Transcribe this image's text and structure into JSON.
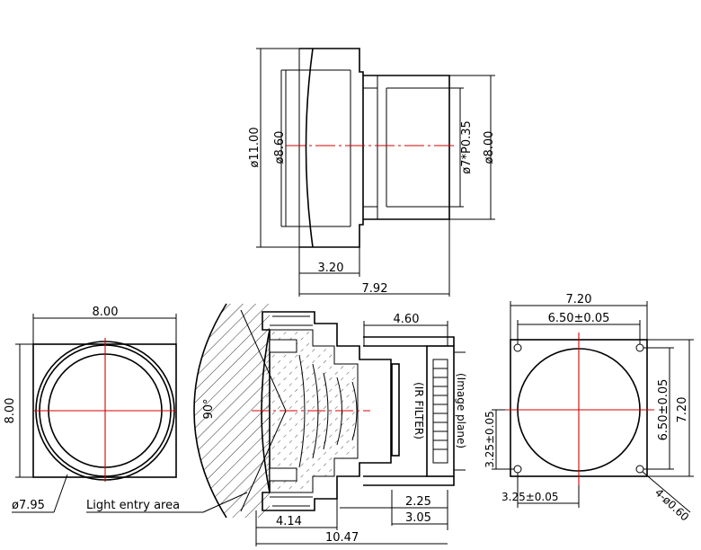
{
  "side_view": {
    "dia_outer": "ø11.00",
    "dia_inner": "ø8.60",
    "thread": "ø7*P0.35",
    "dia_barrel": "ø8.00",
    "len_front": "3.20",
    "len_total": "7.92"
  },
  "front_view": {
    "width": "8.00",
    "height": "8.00",
    "dia_entry": "ø7.95",
    "light_entry": "Light entry area"
  },
  "section_view": {
    "height_top": "4.60",
    "angle": "90°",
    "ir_filter": "(IR FILTER)",
    "image_plane": "(Image plane)",
    "dim_225": "2.25",
    "dim_414": "4.14",
    "dim_305": "3.05",
    "dim_1047": "10.47"
  },
  "back_view": {
    "width": "7.20",
    "hole_spacing_x": "6.50±0.05",
    "height": "7.20",
    "hole_spacing_y": "6.50±0.05",
    "offset_y": "3.25±0.05",
    "offset_x": "3.25±0.05",
    "hole_dia": "4-ø0.60"
  }
}
